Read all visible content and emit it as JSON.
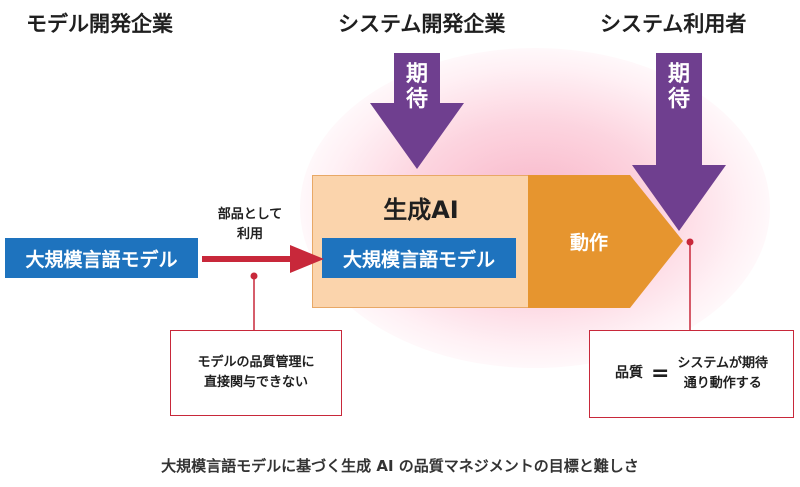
{
  "headers": {
    "model_dev": "モデル開発企業",
    "system_dev": "システム開発企業",
    "system_user": "システム利用者"
  },
  "llm_source_label": "大規模言語モデル",
  "usage_label": [
    "部品として",
    "利用"
  ],
  "genai": {
    "title": "生成AI",
    "llm_label": "大規模言語モデル",
    "action_label": "動作"
  },
  "expectation": [
    "期",
    "待"
  ],
  "note_left": [
    "モデルの品質管理に",
    "直接関与できない"
  ],
  "note_right": {
    "lhs": "品質",
    "op": "=",
    "rhs": [
      "システムが期待",
      "通り動作する"
    ]
  },
  "caption": "大規模言語モデルに基づく生成 AI の品質マネジメントの目標と難しさ",
  "colors": {
    "blue": "#1e73be",
    "purple": "#6f3f8f",
    "peach": "#fbd4ac",
    "orange": "#e6952f",
    "red": "#c8283a",
    "glow_pink": "#f8b0c4"
  }
}
